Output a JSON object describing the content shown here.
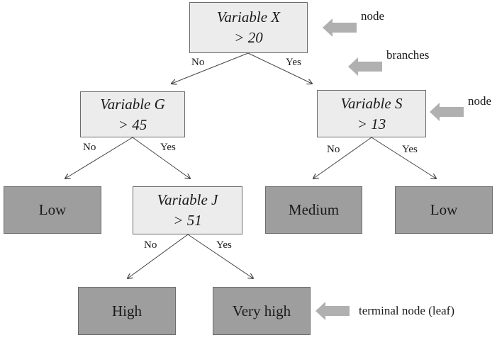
{
  "tree": {
    "root": {
      "variable": "Variable X",
      "condition": "> 20",
      "no_label": "No",
      "yes_label": "Yes"
    },
    "left": {
      "variable": "Variable G",
      "condition": "> 45",
      "no_label": "No",
      "yes_label": "Yes"
    },
    "right": {
      "variable": "Variable S",
      "condition": "> 13",
      "no_label": "No",
      "yes_label": "Yes"
    },
    "left_right": {
      "variable": "Variable J",
      "condition": "> 51",
      "no_label": "No",
      "yes_label": "Yes"
    },
    "leaves": {
      "g_no": "Low",
      "s_no": "Medium",
      "s_yes": "Low",
      "j_no": "High",
      "j_yes": "Very high"
    }
  },
  "annotations": {
    "node_top": "node",
    "branches": "branches",
    "node_right": "node",
    "terminal": "terminal node (leaf)"
  },
  "colors": {
    "decision_fill": "#ececec",
    "leaf_fill": "#9e9e9e",
    "pointer_arrow": "#b0b0b0"
  }
}
